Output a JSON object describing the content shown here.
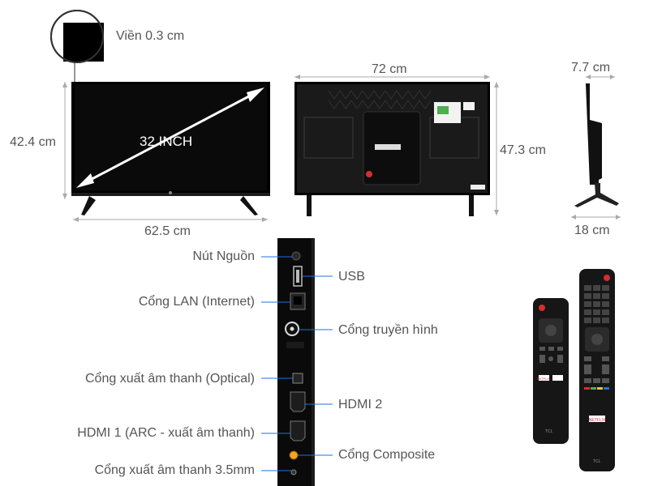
{
  "dimensions": {
    "bezel": "Viền 0.3 cm",
    "diagonal": "32 INCH",
    "front_height": "42.4 cm",
    "front_width": "62.5 cm",
    "back_width": "72 cm",
    "back_height": "47.3 cm",
    "side_depth_top": "7.7 cm",
    "side_depth_bottom": "18 cm"
  },
  "ports": {
    "power_button": "Nút Nguồn",
    "usb": "USB",
    "lan": "Cổng LAN (Internet)",
    "antenna": "Cổng truyền hình",
    "optical": "Cổng xuất âm thanh (Optical)",
    "hdmi2": "HDMI 2",
    "hdmi1": "HDMI 1 (ARC - xuất âm thanh)",
    "composite": "Cổng Composite",
    "audio35": "Cổng xuất âm thanh 3.5mm"
  },
  "remotes": {
    "small_brand": "TCL",
    "large_brand": "TCL",
    "netflix": "NETFLIX"
  },
  "colors": {
    "line": "#1a73e8",
    "dim_line": "#999999",
    "tv_body": "#111111",
    "accent_red": "#d32f2f"
  }
}
